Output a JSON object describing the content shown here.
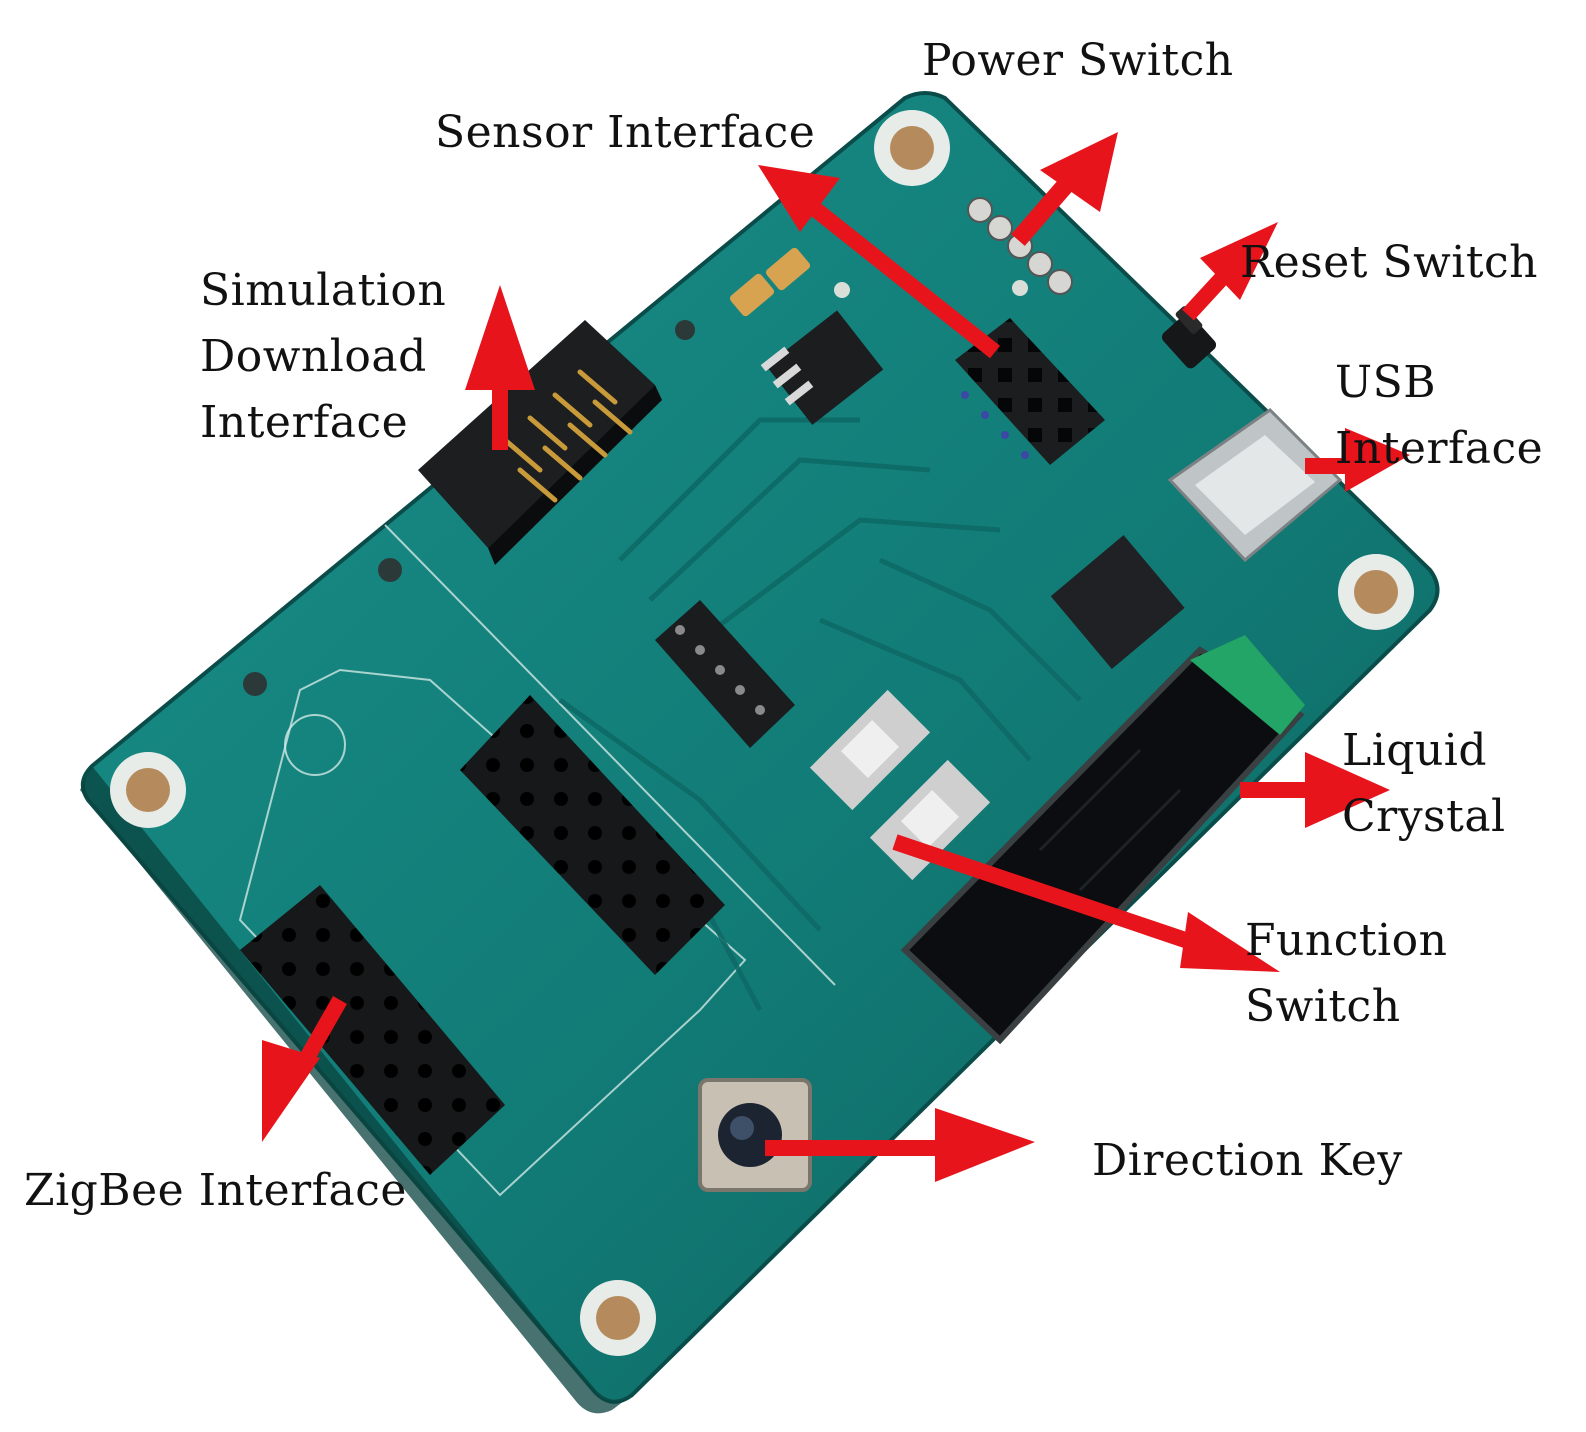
{
  "labels": {
    "power_switch": [
      "Power Switch"
    ],
    "sensor_interface": [
      "Sensor Interface"
    ],
    "reset_switch": [
      "Reset Switch"
    ],
    "simulation_download_interface": [
      "Simulation",
      "Download",
      "Interface"
    ],
    "usb_interface": [
      "USB",
      "Interface"
    ],
    "liquid_crystal": [
      "Liquid",
      "Crystal"
    ],
    "function_switch": [
      "Function",
      "Switch"
    ],
    "direction_key": [
      "Direction Key"
    ],
    "zigbee_interface": [
      "ZigBee Interface"
    ]
  },
  "colors": {
    "arrow": "#e8141b",
    "board": "#127c77",
    "board_dark": "#0c5a57",
    "label_text": "#111111"
  }
}
